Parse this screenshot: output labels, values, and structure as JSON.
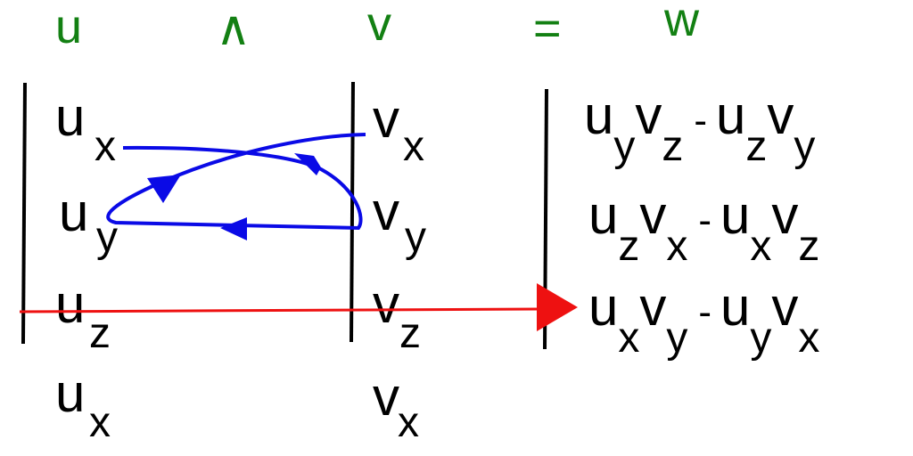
{
  "header": {
    "u": "u",
    "wedge": "∧",
    "v": "v",
    "equals": "=",
    "w": "w"
  },
  "u_column": [
    {
      "base": "u",
      "sub": "x"
    },
    {
      "base": "u",
      "sub": "y"
    },
    {
      "base": "u",
      "sub": "z"
    },
    {
      "base": "u",
      "sub": "x"
    }
  ],
  "v_column": [
    {
      "base": "v",
      "sub": "x"
    },
    {
      "base": "v",
      "sub": "y"
    },
    {
      "base": "v",
      "sub": "z"
    },
    {
      "base": "v",
      "sub": "x"
    }
  ],
  "w_column": [
    {
      "a": "u",
      "as": "y",
      "b": "v",
      "bs": "z",
      "op": "-",
      "c": "u",
      "cs": "z",
      "d": "v",
      "ds": "y"
    },
    {
      "a": "u",
      "as": "z",
      "b": "v",
      "bs": "x",
      "op": "-",
      "c": "u",
      "cs": "x",
      "d": "v",
      "ds": "z"
    },
    {
      "a": "u",
      "as": "x",
      "b": "v",
      "bs": "y",
      "op": "-",
      "c": "u",
      "cs": "y",
      "d": "v",
      "ds": "x"
    }
  ],
  "colors": {
    "header": "#138013",
    "cycle": "#0a0ae6",
    "result_arrow": "#ee1111"
  }
}
